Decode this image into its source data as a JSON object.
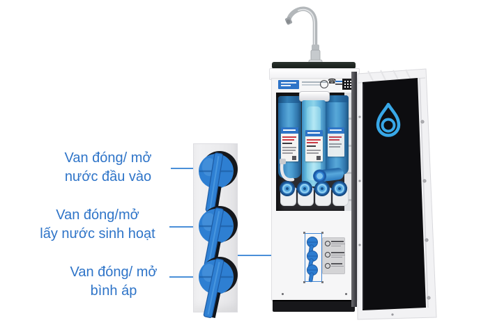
{
  "colors": {
    "label_blue": "#2e74c8",
    "leader_line": "#4a8fd8",
    "valve_blue": "#2e7fd2",
    "valve_blue_dark": "#1d5ca6",
    "panel_gray": "#ebebed",
    "interior_dark": "#2b2b2f",
    "door_glass": "#0d0d10",
    "logo_blue": "#38a8e8",
    "base_black": "#17171a",
    "chrome": "#b3b7ba"
  },
  "annotations": {
    "labels": [
      {
        "line1": "Van đóng/ mở",
        "line2": "nước đầu vào",
        "target": "inlet-valve"
      },
      {
        "line1": "Van đóng/mở",
        "line2": "lấy nước sinh hoạt",
        "target": "domestic-water-valve"
      },
      {
        "line1": "Van đóng/ mở",
        "line2": "bình áp",
        "target": "pressure-tank-valve"
      }
    ]
  },
  "valve_panel": {
    "valve_count": 3
  },
  "machine": {
    "filter_housings": 3,
    "horizontal_cartridges": 4,
    "service_valves": 3,
    "icons": [
      "gooseneck-faucet",
      "water-drop-logo",
      "qr-code",
      "phone-icon",
      "certification-seal-icon",
      "recycle-arrows-icon"
    ]
  }
}
